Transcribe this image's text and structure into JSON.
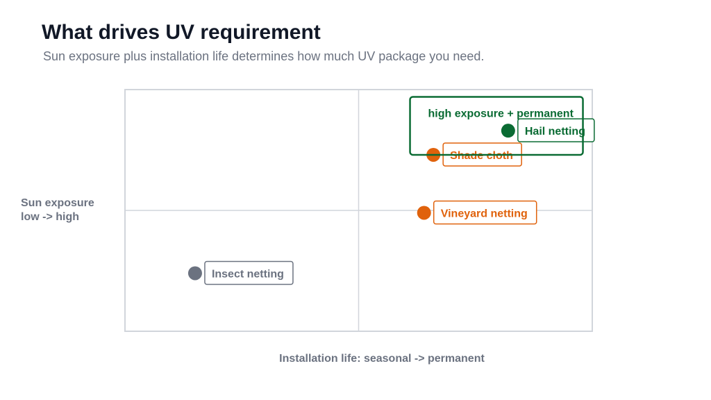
{
  "page": {
    "title": "What drives UV requirement",
    "subtitle": "Sun exposure plus installation life determines how much UV package you need."
  },
  "chart_data": {
    "type": "scatter",
    "xlabel": "Installation life: seasonal -> permanent",
    "ylabel": [
      "Sun exposure",
      "low -> high"
    ],
    "xlim": [
      0,
      100
    ],
    "ylim": [
      0,
      100
    ],
    "grid": false,
    "quadrant_dividers": {
      "x": 50,
      "y": 50
    },
    "highlight": {
      "label": "high exposure + permanent",
      "color": "#0a6b33",
      "x": [
        61,
        98
      ],
      "y": [
        73,
        97
      ]
    },
    "points": [
      {
        "label": "Hail netting",
        "x": 82,
        "y": 83,
        "color": "#0a6b33"
      },
      {
        "label": "Shade cloth",
        "x": 66,
        "y": 73,
        "color": "#e0620c"
      },
      {
        "label": "Vineyard netting",
        "x": 64,
        "y": 49,
        "color": "#e0620c"
      },
      {
        "label": "Insect netting",
        "x": 15,
        "y": 24,
        "color": "#6b7280"
      }
    ]
  }
}
